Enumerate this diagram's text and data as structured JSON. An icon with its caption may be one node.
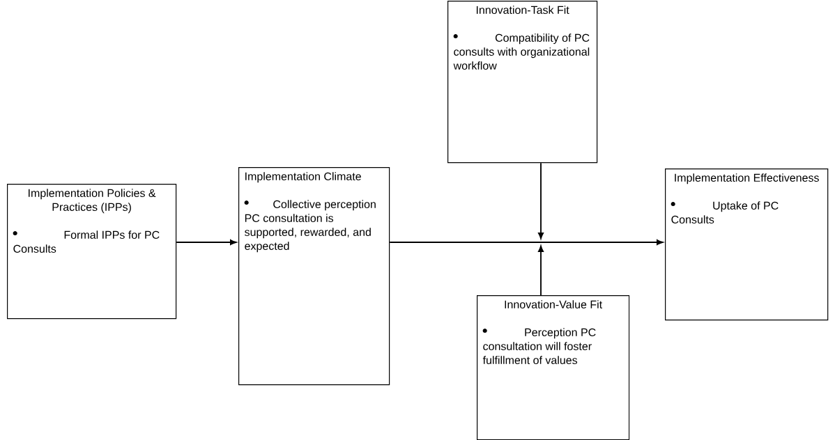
{
  "diagram": {
    "nodes": [
      {
        "text": [
          "Implementation Policies & Practices (IPPs)",
          "Formal IPPs for PC Consults"
        ]
      },
      {
        "text": [
          "Implementation Climate",
          "Collective perception PC consultation is supported, rewarded, and expected"
        ]
      },
      {
        "text": [
          "Innovation-Task Fit",
          "Compatibility of PC consults with organizational workflow"
        ]
      },
      {
        "text": [
          "Innovation-Value Fit",
          "Perception PC consultation will foster fulfillment of values"
        ]
      },
      {
        "text": [
          "Implementation Effectiveness",
          "Uptake of PC Consults"
        ]
      }
    ],
    "edges": [
      {
        "from": 0,
        "to": 1,
        "arrow": "to"
      },
      {
        "from": 1,
        "to": 4,
        "arrow": "to"
      },
      {
        "from": 2,
        "to": null,
        "arrow": "to"
      },
      {
        "from": 3,
        "to": null,
        "arrow": "to"
      }
    ]
  }
}
